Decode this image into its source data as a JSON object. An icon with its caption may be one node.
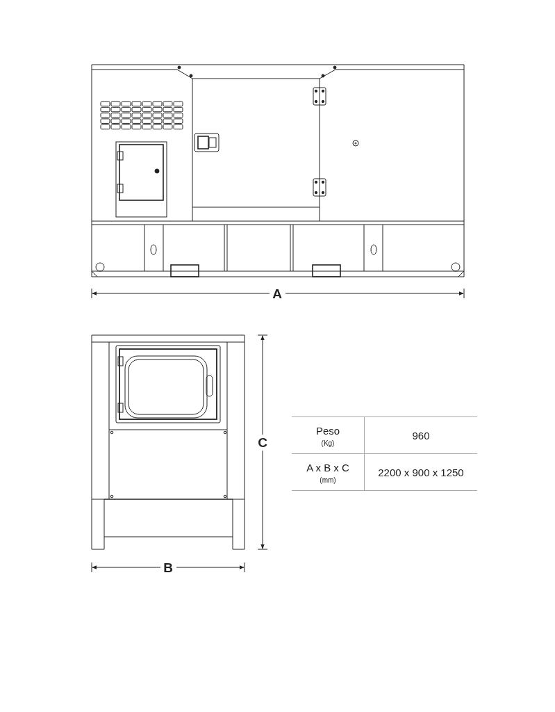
{
  "diagram": {
    "labels": [
      "A",
      "C",
      "Peso",
      "(Kg)",
      "960",
      "A x B x C",
      "(mm)",
      "2200 x 900 x 1250",
      "B"
    ]
  }
}
